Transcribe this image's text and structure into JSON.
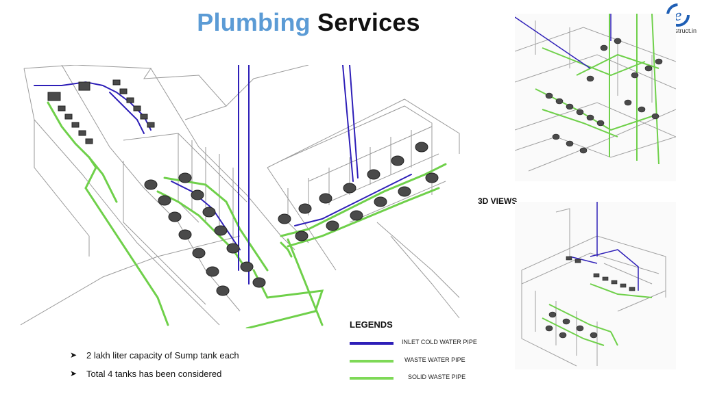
{
  "title": {
    "part1": "Plumbing",
    "part2": "Services"
  },
  "logo": {
    "text": "e-construct.in"
  },
  "views_label": "3D VIEWS",
  "legends": {
    "title": "LEGENDS",
    "items": [
      {
        "label": "INLET COLD WATER PIPE",
        "color": "#2e1fb8"
      },
      {
        "label": "WASTE WATER PIPE",
        "color": "#7ed957"
      },
      {
        "label": "SOLID WASTE PIPE",
        "color": "#7ed957"
      }
    ]
  },
  "notes": [
    "2 lakh liter capacity of Sump tank each",
    "Total 4 tanks has been considered"
  ],
  "colors": {
    "inlet": "#2e1fb8",
    "waste": "#6fd04a",
    "outline": "#9a9a9a",
    "fixture": "#4a4a4a",
    "title_accent": "#5b9bd5"
  }
}
